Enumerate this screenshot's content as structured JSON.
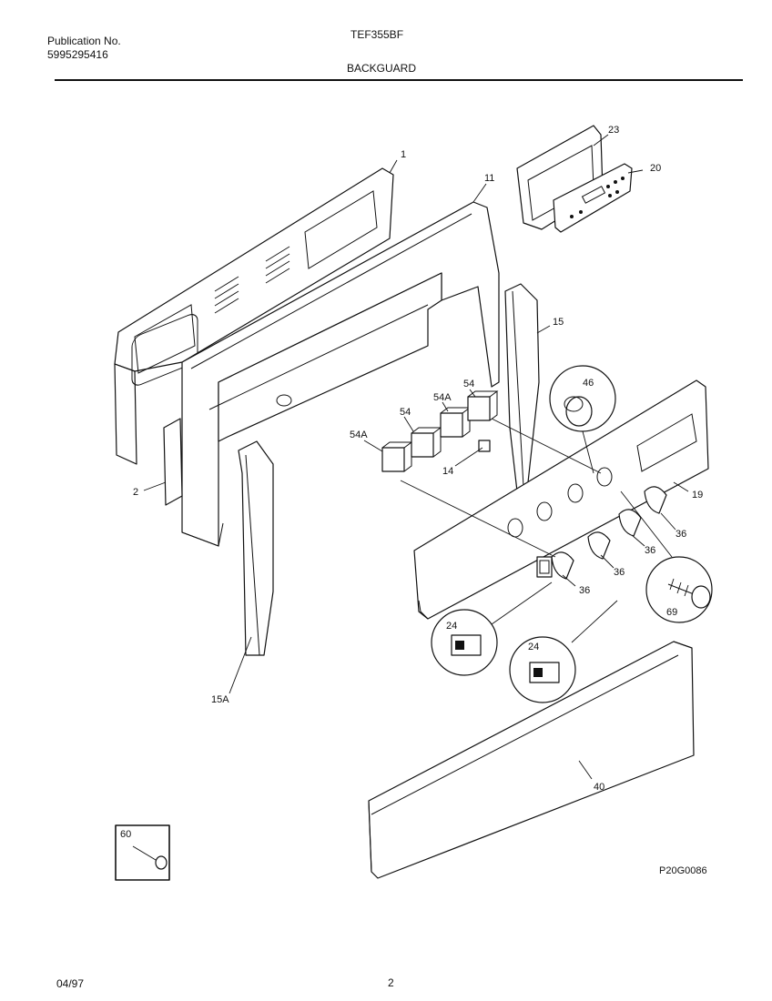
{
  "header": {
    "publication_label": "Publication No.",
    "publication_number": "5995295416",
    "model": "TEF355BF",
    "section": "BACKGUARD"
  },
  "footer": {
    "date": "04/97",
    "page": "2"
  },
  "diagram_code": "P20G0086",
  "callouts": {
    "c1": "1",
    "c11": "11",
    "c23": "23",
    "c20": "20",
    "c15": "15",
    "c54a": "54",
    "c54b": "54",
    "c54Aa": "54A",
    "c54Ab": "54A",
    "c46": "46",
    "c14": "14",
    "c19": "19",
    "c2": "2",
    "c36a": "36",
    "c36b": "36",
    "c36c": "36",
    "c36d": "36",
    "c69": "69",
    "c24a": "24",
    "c24b": "24",
    "c15A": "15A",
    "c40": "40",
    "c60": "60"
  }
}
